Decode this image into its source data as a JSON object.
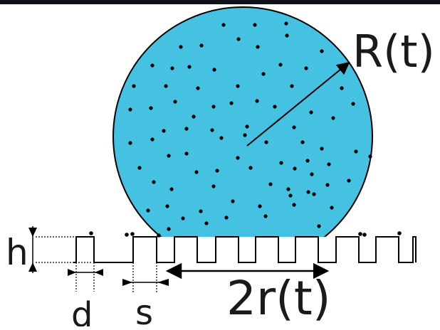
{
  "labels": {
    "radius": "R(t)",
    "contact": "2r(t)",
    "height": "h",
    "width": "d",
    "spacing": "s"
  },
  "colors": {
    "droplet": "#45c1e2",
    "ink": "#000000",
    "background": "#ffffff",
    "banner": "#101018"
  }
}
